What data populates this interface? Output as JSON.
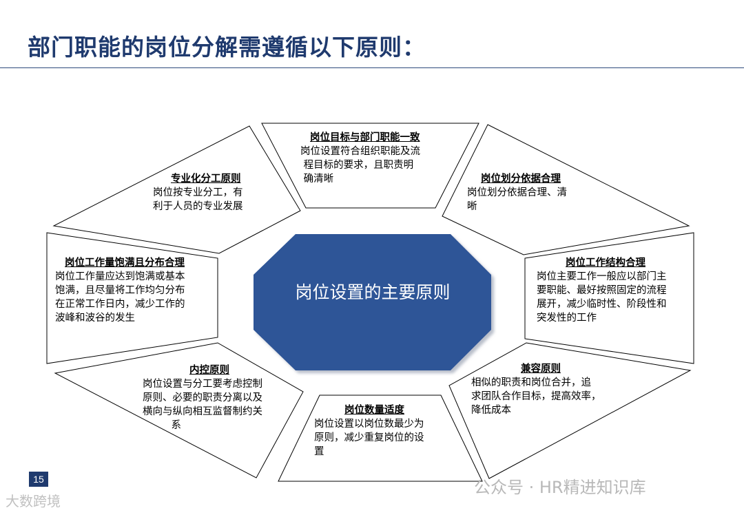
{
  "title": "部门职能的岗位分解需遵循以下原则：",
  "center": {
    "label": "岗位设置的主要原则",
    "fill": "#2d5597"
  },
  "colors": {
    "title": "#1f3a6e",
    "rule": "#2c4a7a",
    "outline": "#000000"
  },
  "principles": [
    {
      "heading": "岗位目标与部门职能一致",
      "body": "岗位设置符合组织职能及流\n 程目标的要求，且职责明\n 确清晰"
    },
    {
      "heading": "岗位划分依据合理",
      "body": "岗位划分依据合理、清\n晰"
    },
    {
      "heading": "岗位工作结构合理",
      "body": "岗位主要工作一般应以部门主\n要职能、最好按照固定的流程\n展开，减少临时性、阶段性和\n突发性的工作"
    },
    {
      "heading": "兼容原则",
      "body": "相似的职责和岗位合并，追\n求团队合作目标，提高效率，\n降低成本"
    },
    {
      "heading": "岗位数量适度",
      "body": "岗位设置以岗位数最少为\n原则，减少重复岗位的设\n置"
    },
    {
      "heading": "内控原则",
      "body": "岗位设置与分工要考虑控制\n原则、必要的职责分离以及\n横向与纵向相互监督制约关\n         系"
    },
    {
      "heading": "岗位工作量饱满且分布合理",
      "body": "岗位工作量应达到饱满或基本\n饱满，且尽量将工作均匀分布\n在正常工作日内，减少工作的\n波峰和波谷的发生"
    },
    {
      "heading": "专业化分工原则",
      "body": "岗位按专业分工，有\n利于人员的专业发展"
    }
  ],
  "footer": {
    "page_number": "15",
    "watermark_right": "公众号 · HR精进知识库",
    "watermark_left": "大数跨境"
  }
}
